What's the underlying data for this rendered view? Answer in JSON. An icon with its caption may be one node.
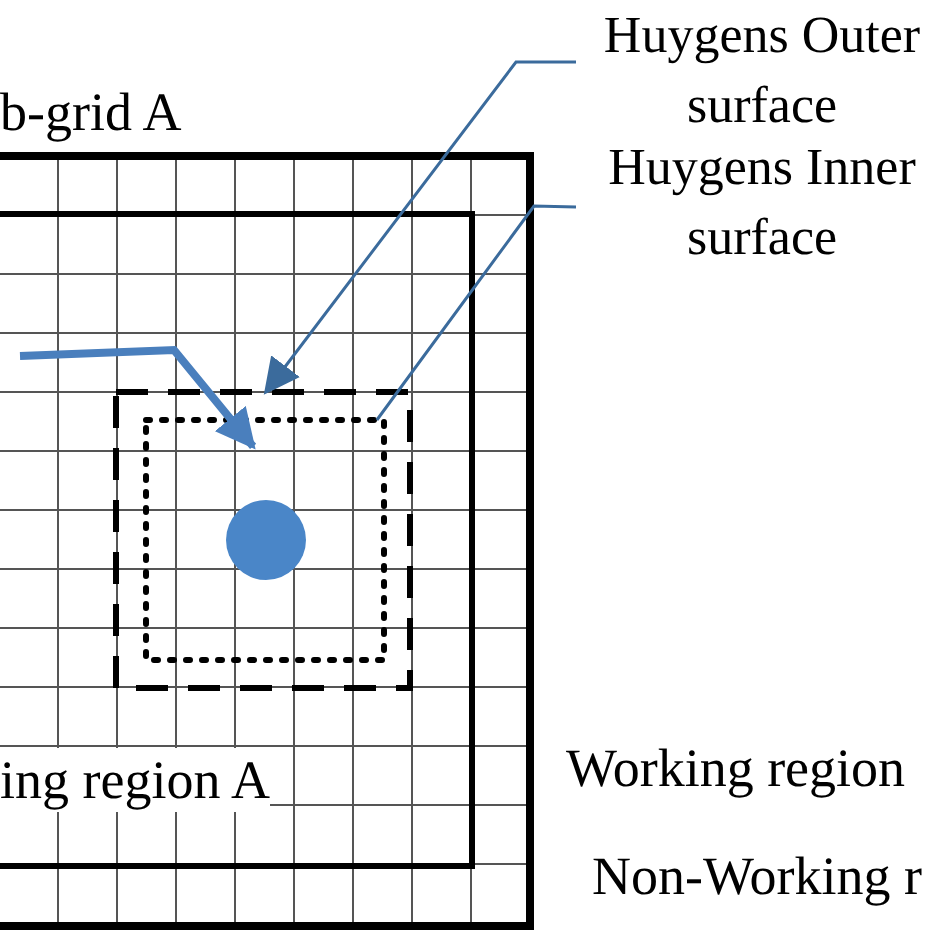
{
  "diagram": {
    "nodes": [
      {
        "text": [],
        "shape": "box"
      },
      {
        "text": [],
        "shape": "box",
        "in": 0
      },
      {
        "text": [],
        "shape": "box",
        "in": 1
      },
      {
        "text": [],
        "shape": "box",
        "in": 2
      },
      {
        "text": [],
        "shape": "circle",
        "in": 3
      },
      {
        "text": [
          "Huygens Outer surface"
        ]
      },
      {
        "text": [
          "Huygens Inner surface"
        ]
      }
    ],
    "edges": [
      {
        "from": 5,
        "to": 2,
        "arrow": "to"
      },
      {
        "from": 6,
        "to": 3,
        "arrow": "none"
      },
      {
        "from": null,
        "to": 3,
        "arrow": "to",
        "style": "thick"
      }
    ],
    "labels": [
      "b-grid A",
      "ing region A",
      "Working region",
      "Non-Working r"
    ]
  }
}
